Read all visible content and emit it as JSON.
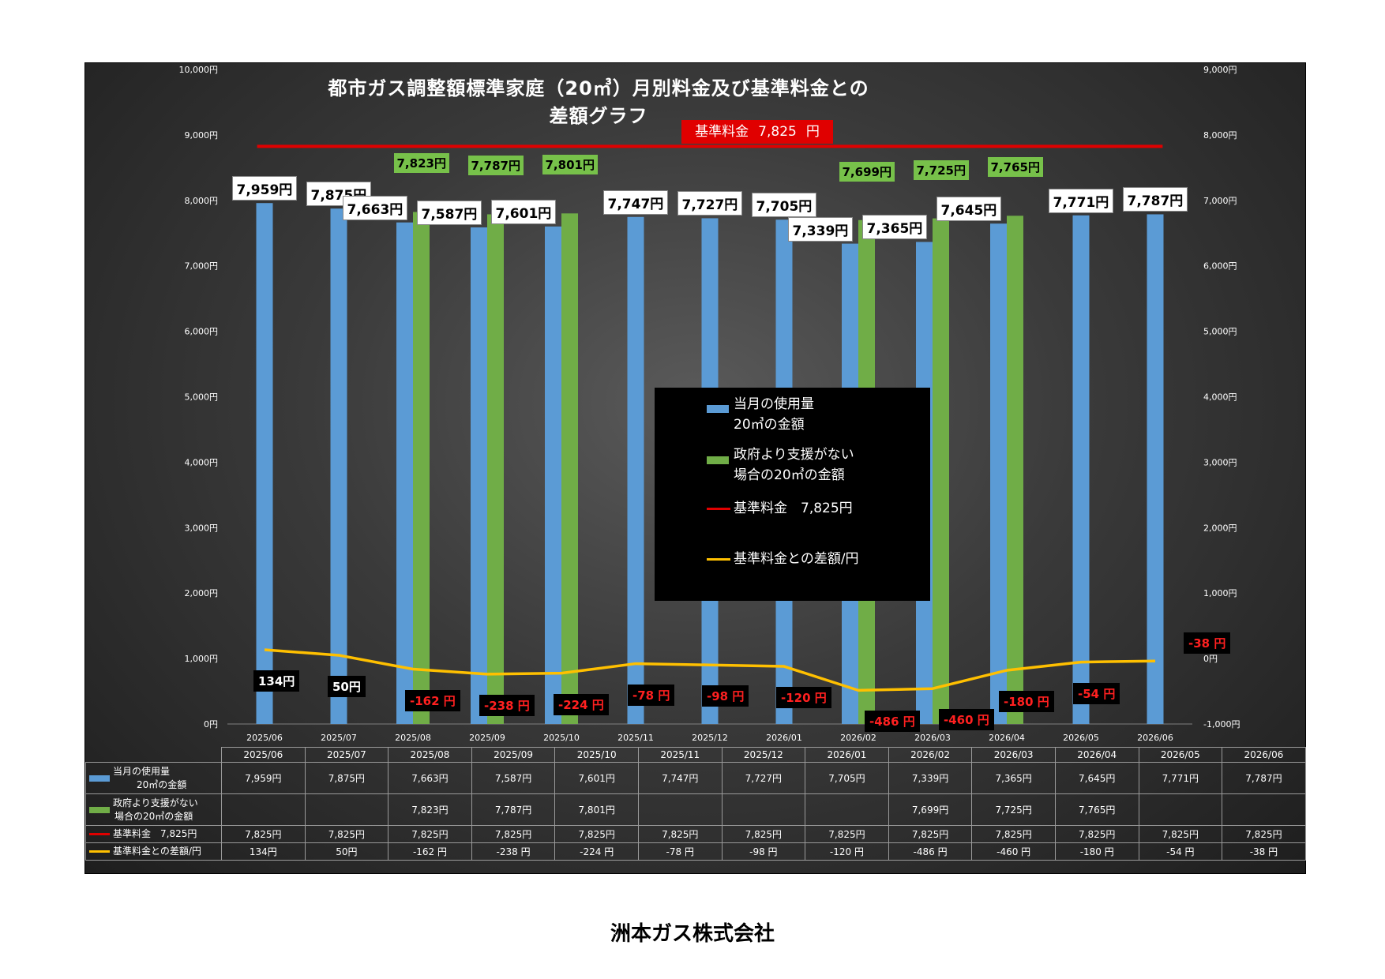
{
  "title": "都市ガス調整額標準家庭（20㎥）月別料金及び基準料金との差額グラフ",
  "reference_badge": {
    "label": "基準料金",
    "value": "7,825",
    "unit": "円"
  },
  "company": "洲本ガス株式会社",
  "legend": {
    "current": [
      "当月の使用量",
      "20㎥の金額"
    ],
    "no_support": [
      "政府より支援がない",
      "場合の20㎥の金額"
    ],
    "reference": "基準料金　7,825円",
    "diff": "基準料金との差額/円"
  },
  "table": {
    "row_current": [
      "当月の使用量",
      "20㎥の金額"
    ],
    "row_no_support": [
      "政府より支援がない",
      "場合の20㎥の金額"
    ],
    "row_reference": "基準料金　7,825円",
    "row_diff": "基準料金との差額/円",
    "current_cells": [
      "7,959円",
      "7,875円",
      "7,663円",
      "7,587円",
      "7,601円",
      "7,747円",
      "7,727円",
      "7,705円",
      "7,339円",
      "7,365円",
      "7,645円",
      "7,771円",
      "7,787円"
    ],
    "no_support_cells": [
      "",
      "",
      "7,823円",
      "7,787円",
      "7,801円",
      "",
      "",
      "",
      "7,699円",
      "7,725円",
      "7,765円",
      "",
      ""
    ],
    "reference_cells": [
      "7,825円",
      "7,825円",
      "7,825円",
      "7,825円",
      "7,825円",
      "7,825円",
      "7,825円",
      "7,825円",
      "7,825円",
      "7,825円",
      "7,825円",
      "7,825円",
      "7,825円"
    ],
    "diff_cells": [
      "134円",
      "50円",
      "-162 円",
      "-238 円",
      "-224 円",
      "-78 円",
      "-98 円",
      "-120 円",
      "-486 円",
      "-460 円",
      "-180 円",
      "-54 円",
      "-38 円"
    ]
  },
  "colors": {
    "blue": "#5b9bd5",
    "green": "#70ad47",
    "red": "#e00000",
    "yellow": "#ffc000"
  },
  "chart_data": {
    "type": "bar",
    "categories": [
      "2025/06",
      "2025/07",
      "2025/08",
      "2025/09",
      "2025/10",
      "2025/11",
      "2025/12",
      "2026/01",
      "2026/02",
      "2026/03",
      "2026/04",
      "2026/05",
      "2026/06"
    ],
    "y_left": {
      "ylim": [
        0,
        10000
      ],
      "ticks": [
        "10,000円",
        "9,000円",
        "8,000円",
        "7,000円",
        "6,000円",
        "5,000円",
        "4,000円",
        "3,000円",
        "2,000円",
        "1,000円",
        "0円"
      ]
    },
    "y_right": {
      "ylim": [
        -1000,
        9000
      ],
      "ticks": [
        "9,000円",
        "8,000円",
        "7,000円",
        "6,000円",
        "5,000円",
        "4,000円",
        "3,000円",
        "2,000円",
        "1,000円",
        "0円",
        "-1,000円"
      ]
    },
    "series": [
      {
        "name": "当月の使用量 20㎥の金額",
        "type": "bar",
        "axis": "left",
        "values": [
          7959,
          7875,
          7663,
          7587,
          7601,
          7747,
          7727,
          7705,
          7339,
          7365,
          7645,
          7771,
          7787
        ],
        "labels": [
          "7,959円",
          "7,875円",
          "7,663円",
          "7,587円",
          "7,601円",
          "7,747円",
          "7,727円",
          "7,705円",
          "7,339円",
          "7,365円",
          "7,645円",
          "7,771円",
          "7,787円"
        ]
      },
      {
        "name": "政府より支援がない場合の20㎥の金額",
        "type": "bar",
        "axis": "left",
        "values": [
          null,
          null,
          7823,
          7787,
          7801,
          null,
          null,
          null,
          7699,
          7725,
          7765,
          null,
          null
        ],
        "labels": [
          "",
          "",
          "7,823円",
          "7,787円",
          "7,801円",
          "",
          "",
          "",
          "7,699円",
          "7,725円",
          "7,765円",
          "",
          ""
        ]
      },
      {
        "name": "基準料金 7,825円",
        "type": "line",
        "axis": "right",
        "values": [
          7825,
          7825,
          7825,
          7825,
          7825,
          7825,
          7825,
          7825,
          7825,
          7825,
          7825,
          7825,
          7825
        ]
      },
      {
        "name": "基準料金との差額/円",
        "type": "line",
        "axis": "right",
        "values": [
          134,
          50,
          -162,
          -238,
          -224,
          -78,
          -98,
          -120,
          -486,
          -460,
          -180,
          -54,
          -38
        ],
        "labels": [
          "134円",
          "50円",
          "-162 円",
          "-238 円",
          "-224 円",
          "-78 円",
          "-98 円",
          "-120 円",
          "-486 円",
          "-460 円",
          "-180 円",
          "-54 円",
          "-38 円"
        ]
      }
    ]
  }
}
